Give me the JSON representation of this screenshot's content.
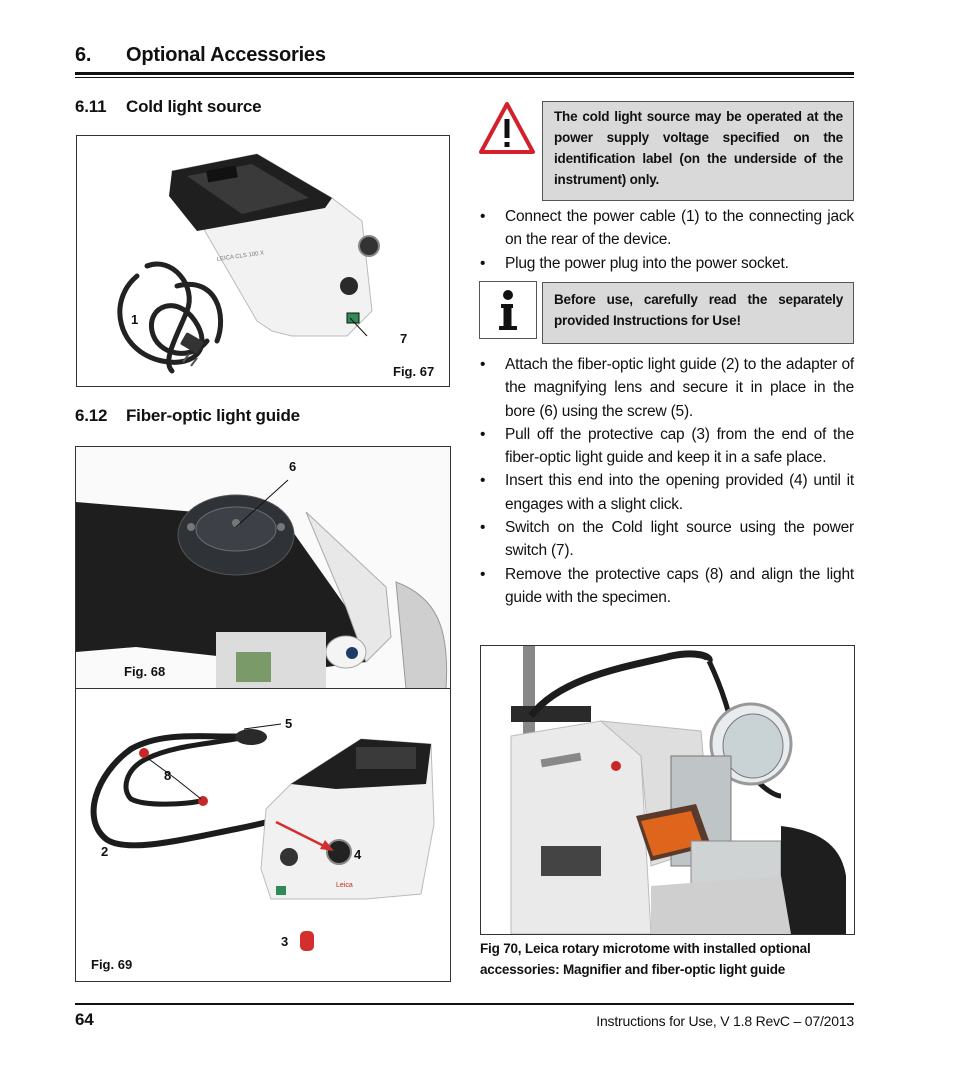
{
  "header": {
    "section_number": "6.",
    "section_title": "Optional Accessories"
  },
  "section_611": {
    "number": "6.11",
    "title": "Cold light source"
  },
  "section_612": {
    "number": "6.12",
    "title": "Fiber-optic light guide"
  },
  "fig67": {
    "label": "Fig. 67",
    "callouts": [
      "1",
      "7"
    ]
  },
  "fig68": {
    "label": "Fig. 68",
    "callouts": [
      "6"
    ]
  },
  "fig69": {
    "label": "Fig. 69",
    "callouts": [
      "5",
      "8",
      "2",
      "4",
      "3"
    ]
  },
  "warning_note": {
    "icon": "warning-triangle-icon",
    "text": "The cold light source may be operated at the power supply voltage specified on the identification label (on the underside of the instrument) only."
  },
  "info_note": {
    "icon": "info-icon",
    "text": "Before use, carefully read the separately provided Instructions for Use!"
  },
  "bullets_a": [
    "Connect the power cable (1) to the connecting jack on the rear of the device.",
    "Plug the power plug into the power socket."
  ],
  "bullets_b": [
    "Attach the fiber-optic light guide (2) to the adapter of the magnifying lens and secure it in place in the bore (6) using the screw (5).",
    "Pull off the protective cap (3) from the end of the fiber-optic light guide and keep it in a safe place.",
    "Insert this end into the opening provided (4) until it engages with a slight click.",
    "Switch on the Cold light source using the power switch (7).",
    "Remove the protective caps (8) and align the light guide with the specimen."
  ],
  "fig70": {
    "caption": "Fig 70, Leica rotary microtome with installed optional accessories: Magnifier and fiber-optic light guide"
  },
  "footer": {
    "page": "64",
    "doc": "Instructions for Use, V 1.8 RevC – 07/2013"
  },
  "colors": {
    "warning_red": "#d4202a",
    "note_gray": "#d9d9d9"
  }
}
